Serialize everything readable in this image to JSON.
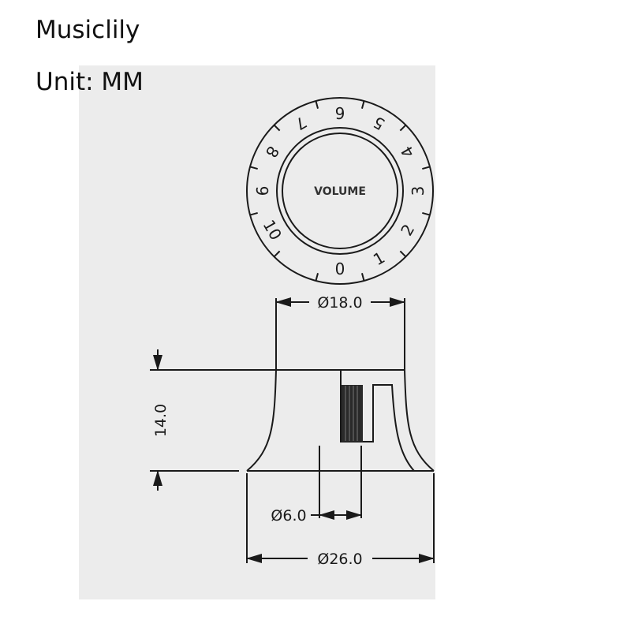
{
  "header": {
    "brand": "Musiclily",
    "unit": "Unit: MM"
  },
  "dial": {
    "label": "VOLUME",
    "numbers": [
      "0",
      "1",
      "2",
      "3",
      "4",
      "5",
      "6",
      "7",
      "8",
      "9",
      "10"
    ]
  },
  "dimensions": {
    "top_diameter": "Ø18.0",
    "height": "14.0",
    "shaft_diameter": "Ø6.0",
    "base_diameter": "Ø26.0"
  }
}
